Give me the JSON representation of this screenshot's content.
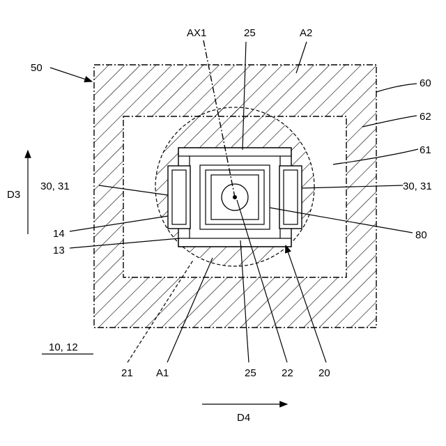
{
  "labels": {
    "ax1": "AX1",
    "n25_top": "25",
    "a2": "A2",
    "n50": "50",
    "n60": "60",
    "n62": "62",
    "n61": "61",
    "d3": "D3",
    "n30_31_left": "30, 31",
    "n30_31_right": "30, 31",
    "n14": "14",
    "n13": "13",
    "n80": "80",
    "n10_12": "10, 12",
    "n21": "21",
    "a1": "A1",
    "n25_bottom": "25",
    "n22": "22",
    "n20": "20",
    "d4": "D4"
  }
}
